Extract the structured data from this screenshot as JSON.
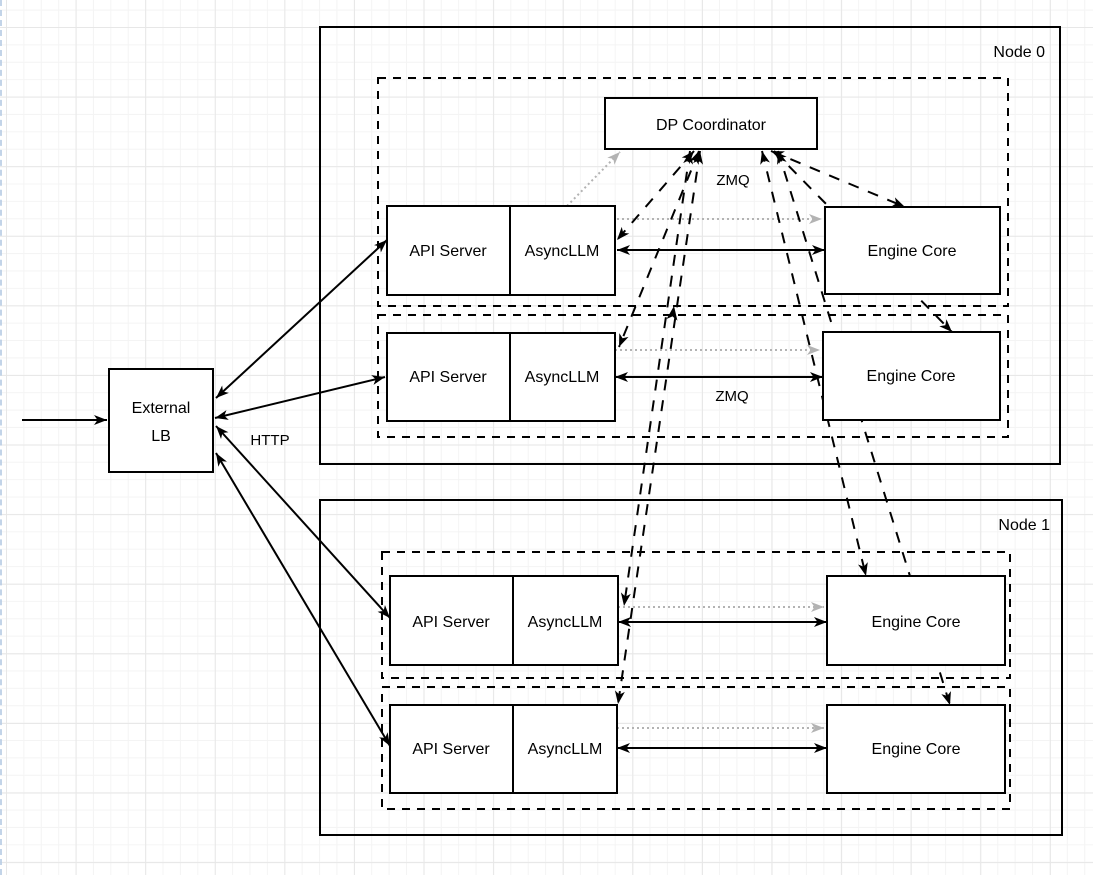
{
  "diagram": {
    "title_note": "data-parallel deployment diagram",
    "external_lb": {
      "label_line1": "External",
      "label_line2": "LB"
    },
    "http_label": "HTTP",
    "zmq_label_top": "ZMQ",
    "zmq_label_row2": "ZMQ",
    "dp_coordinator": {
      "label": "DP Coordinator"
    },
    "node0": {
      "label": "Node 0"
    },
    "node1": {
      "label": "Node 1"
    },
    "rows": [
      {
        "api": "API Server",
        "async": "AsyncLLM",
        "engine": "Engine Core"
      },
      {
        "api": "API Server",
        "async": "AsyncLLM",
        "engine": "Engine Core"
      },
      {
        "api": "API Server",
        "async": "AsyncLLM",
        "engine": "Engine Core"
      },
      {
        "api": "API Server",
        "async": "AsyncLLM",
        "engine": "Engine Core"
      }
    ],
    "colors": {
      "line_black": "#000000",
      "startup_gray": "#b3b3b3",
      "box_fill": "#ffffff",
      "grid_minor": "#f4f4f4",
      "grid_major": "#e7e7e7",
      "page_break_blue": "#b9cde4"
    }
  }
}
